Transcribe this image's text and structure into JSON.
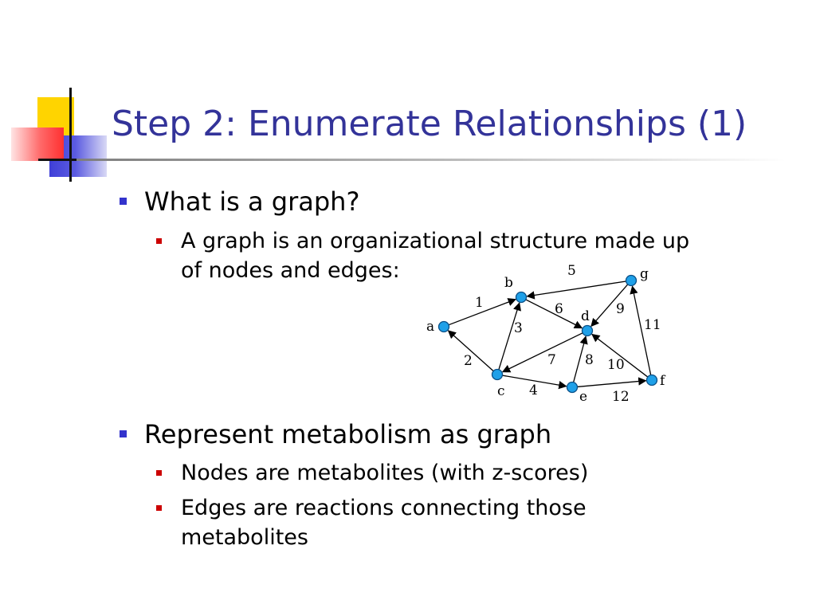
{
  "title": "Step 2: Enumerate Relationships (1)",
  "bullets": [
    {
      "text": "What is a graph?",
      "sub": [
        {
          "lines": [
            "A graph is an organizational structure made up",
            "of nodes and edges:"
          ]
        }
      ]
    },
    {
      "text": "Represent metabolism as graph",
      "sub": [
        {
          "lines": [
            "Nodes are metabolites (with z-scores)"
          ]
        },
        {
          "lines": [
            "Edges are reactions connecting those",
            "metabolites"
          ]
        }
      ]
    }
  ],
  "graph": {
    "nodes": [
      "a",
      "b",
      "c",
      "d",
      "e",
      "f",
      "g"
    ],
    "edges": [
      {
        "from": "a",
        "to": "b",
        "label": "1"
      },
      {
        "from": "c",
        "to": "a",
        "label": "2"
      },
      {
        "from": "c",
        "to": "b",
        "label": "3"
      },
      {
        "from": "c",
        "to": "e",
        "label": "4"
      },
      {
        "from": "g",
        "to": "b",
        "label": "5"
      },
      {
        "from": "b",
        "to": "d",
        "label": "6"
      },
      {
        "from": "d",
        "to": "c",
        "label": "7"
      },
      {
        "from": "e",
        "to": "d",
        "label": "8"
      },
      {
        "from": "g",
        "to": "d",
        "label": "9"
      },
      {
        "from": "f",
        "to": "d",
        "label": "10"
      },
      {
        "from": "f",
        "to": "g",
        "label": "11"
      },
      {
        "from": "e",
        "to": "f",
        "label": "12"
      }
    ],
    "colors": {
      "node_fill": "#1fa0e8",
      "node_stroke": "#0b4f86",
      "edge": "#000000"
    }
  },
  "colors": {
    "title": "#333399",
    "bullet_level1": "#3333cc",
    "bullet_level2": "#cc0000"
  }
}
